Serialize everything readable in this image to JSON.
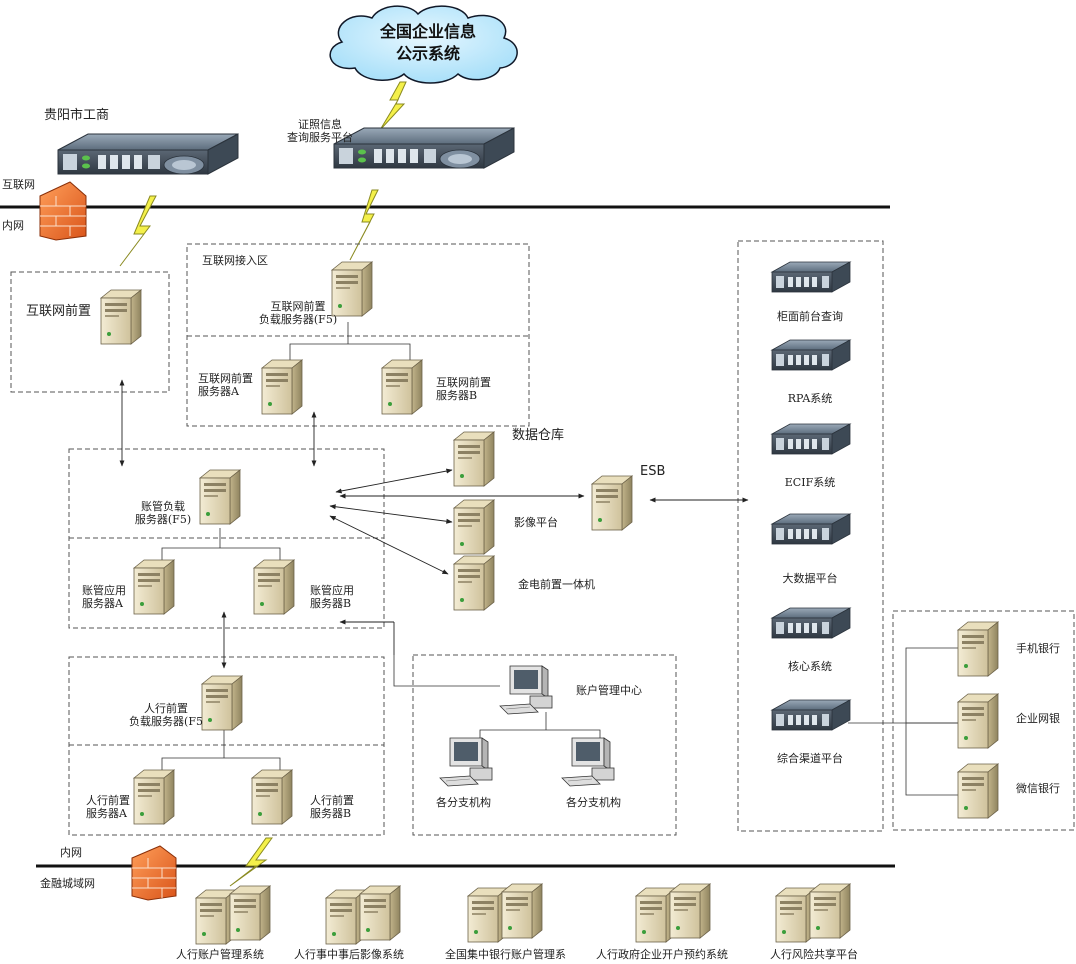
{
  "cloud": {
    "line1": "全国企业信息",
    "line2": "公示系统"
  },
  "zones": {
    "internet": "互联网",
    "intranet_top": "内网",
    "intranet_bottom": "内网",
    "finance_net": "金融城域网",
    "internet_access_zone": "互联网接入区"
  },
  "servers": {
    "guiyang_icbc": "贵阳市工商",
    "cert_query": {
      "line1": "证照信息",
      "line2": "查询服务平台"
    },
    "internet_front": "互联网前置",
    "internet_lb": {
      "line1": "互联网前置",
      "line2": "负载服务器(F5)"
    },
    "internet_a": {
      "line1": "互联网前置",
      "line2": "服务器A"
    },
    "internet_b": {
      "line1": "互联网前置",
      "line2": "服务器B"
    },
    "account_lb": {
      "line1": "账管负载",
      "line2": "服务器(F5)"
    },
    "account_a": {
      "line1": "账管应用",
      "line2": "服务器A"
    },
    "account_b": {
      "line1": "账管应用",
      "line2": "服务器B"
    },
    "pboc_lb": {
      "line1": "人行前置",
      "line2": "负载服务器(F5"
    },
    "pboc_a": {
      "line1": "人行前置",
      "line2": "服务器A"
    },
    "pboc_b": {
      "line1": "人行前置",
      "line2": "服务器B"
    },
    "data_warehouse": "数据仓库",
    "image_platform": "影像平台",
    "jindian": "金电前置一体机",
    "esb": "ESB"
  },
  "account_center": {
    "title": "账户管理中心",
    "branch1": "各分支机构",
    "branch2": "各分支机构"
  },
  "systems": [
    "柜面前台查询",
    "RPA系统",
    "ECIF系统",
    "大数据平台",
    "核心系统",
    "综合渠道平台"
  ],
  "channels": [
    "手机银行",
    "企业网银",
    "微信银行"
  ],
  "pboc_systems": [
    "人行账户管理系统",
    "人行事中事后影像系统",
    "全国集中银行账户管理系",
    "人行政府企业开户预约系统",
    "人行风险共享平台"
  ]
}
